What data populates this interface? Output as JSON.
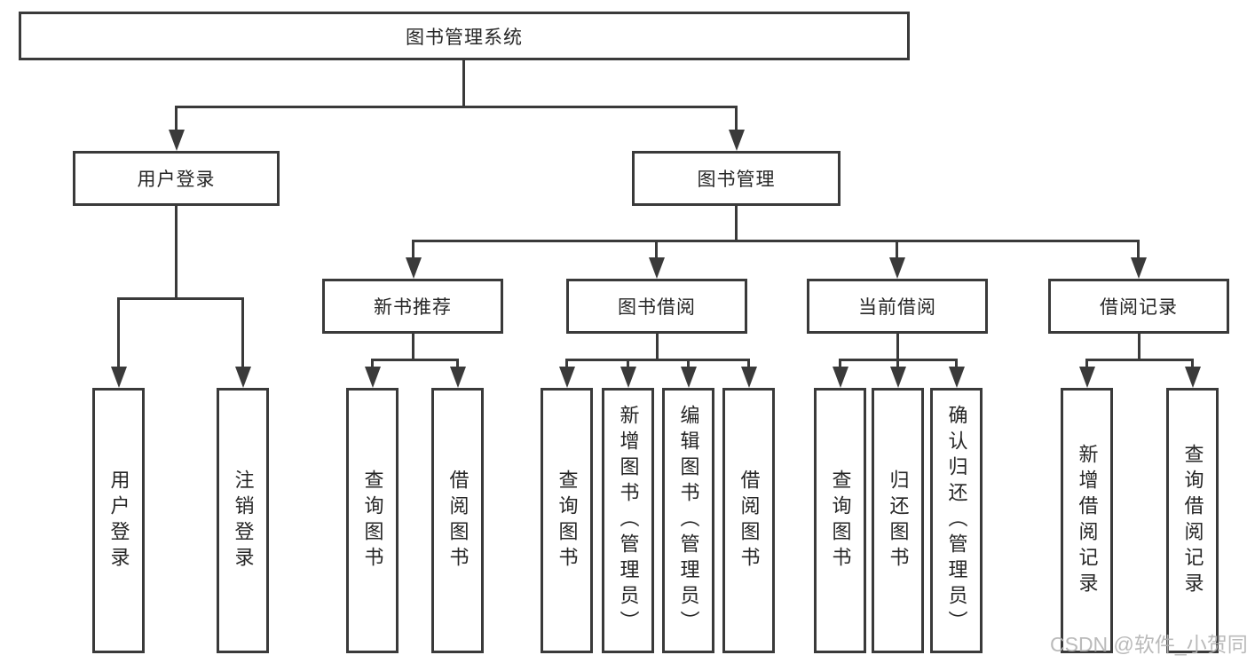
{
  "diagram": {
    "title": "图书管理系统",
    "level1": [
      {
        "label": "用户登录"
      },
      {
        "label": "图书管理"
      }
    ],
    "level2": [
      {
        "label": "新书推荐",
        "parent": "图书管理"
      },
      {
        "label": "图书借阅",
        "parent": "图书管理"
      },
      {
        "label": "当前借阅",
        "parent": "图书管理"
      },
      {
        "label": "借阅记录",
        "parent": "图书管理"
      }
    ],
    "leaves": [
      {
        "label": "用户登录",
        "parent": "用户登录"
      },
      {
        "label": "注销登录",
        "parent": "用户登录"
      },
      {
        "label": "查询图书",
        "parent": "新书推荐"
      },
      {
        "label": "借阅图书",
        "parent": "新书推荐"
      },
      {
        "label": "查询图书",
        "parent": "图书借阅"
      },
      {
        "label": "新增图书（管理员）",
        "parent": "图书借阅"
      },
      {
        "label": "编辑图书（管理员）",
        "parent": "图书借阅"
      },
      {
        "label": "借阅图书",
        "parent": "图书借阅"
      },
      {
        "label": "查询图书",
        "parent": "当前借阅"
      },
      {
        "label": "归还图书",
        "parent": "当前借阅"
      },
      {
        "label": "确认归还（管理员）",
        "parent": "当前借阅"
      },
      {
        "label": "新增借阅记录",
        "parent": "借阅记录"
      },
      {
        "label": "查询借阅记录",
        "parent": "借阅记录"
      }
    ],
    "watermark": "CSDN @软件_小贺同学",
    "colors": {
      "line": "#3a3a3a",
      "text": "#262626",
      "watermark": "#b3b3b3",
      "background": "#ffffff"
    }
  }
}
